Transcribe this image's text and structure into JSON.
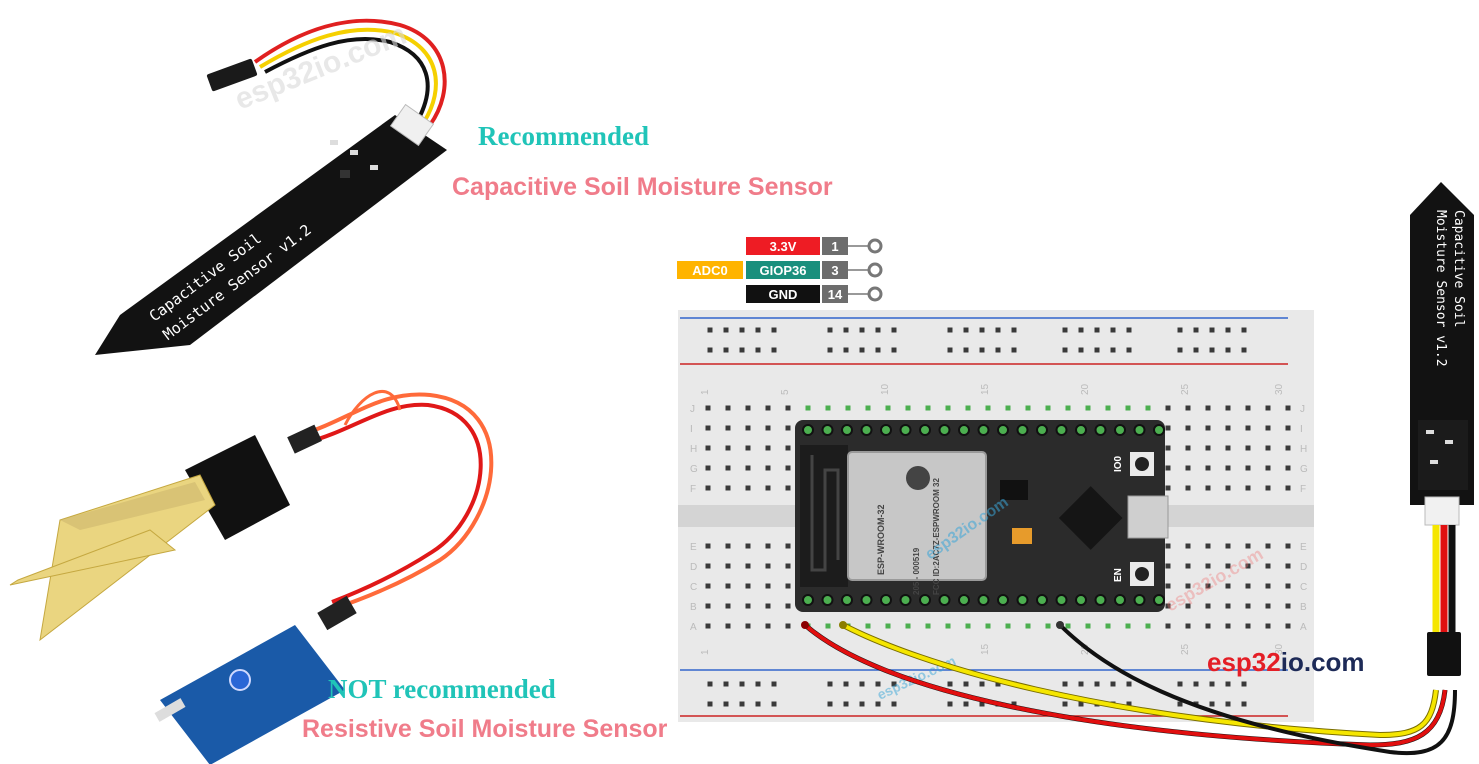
{
  "labels": {
    "recommended_heading": "Recommended",
    "recommended_sensor": "Capacitive Soil Moisture Sensor",
    "not_recommended_heading": "NOT recommended",
    "not_recommended_sensor": "Resistive Soil Moisture Sensor",
    "brand_esp32": "esp32",
    "brand_io": "io",
    "brand_com": ".com",
    "watermark": "esp32io.com"
  },
  "capacitive_sensor_top": {
    "text_line1": "Capacitive Soil",
    "text_line2": "Moisture Sensor v1.2"
  },
  "capacitive_sensor_right": {
    "text_line1": "Capacitive Soil",
    "text_line2": "Moisture Sensor v1.2"
  },
  "pin_table": [
    {
      "signal": "",
      "name": "3.3V",
      "pin": "1",
      "name_color": "#ee1c24"
    },
    {
      "signal": "ADC0",
      "name": "GIOP36",
      "pin": "3",
      "name_color": "#1a8f7d"
    },
    {
      "signal": "",
      "name": "GND",
      "pin": "14",
      "name_color": "#111111"
    }
  ],
  "breadboard": {
    "column_numbers": [
      "1",
      "5",
      "10",
      "15",
      "20",
      "25",
      "30"
    ],
    "row_letters_top": [
      "J",
      "I",
      "H",
      "G",
      "F"
    ],
    "row_letters_bottom": [
      "E",
      "D",
      "C",
      "B",
      "A"
    ]
  },
  "esp32_board": {
    "module_label": "ESP-WROOM-32",
    "module_code": "205 - 000519",
    "fcc_label": "FCC ID:2AC7Z-ESPWROOM 32",
    "button_en": "EN",
    "button_io0": "IO0"
  },
  "colors": {
    "recommended_heading": "#20c4b8",
    "sensor_name": "#f07c8a",
    "vcc_wire": "#e10f0f",
    "signal_wire": "#f5e600",
    "gnd_wire": "#111111",
    "adc_label": "#ffb400",
    "brand_red": "#e41e26",
    "brand_dark": "#1d2a57"
  }
}
